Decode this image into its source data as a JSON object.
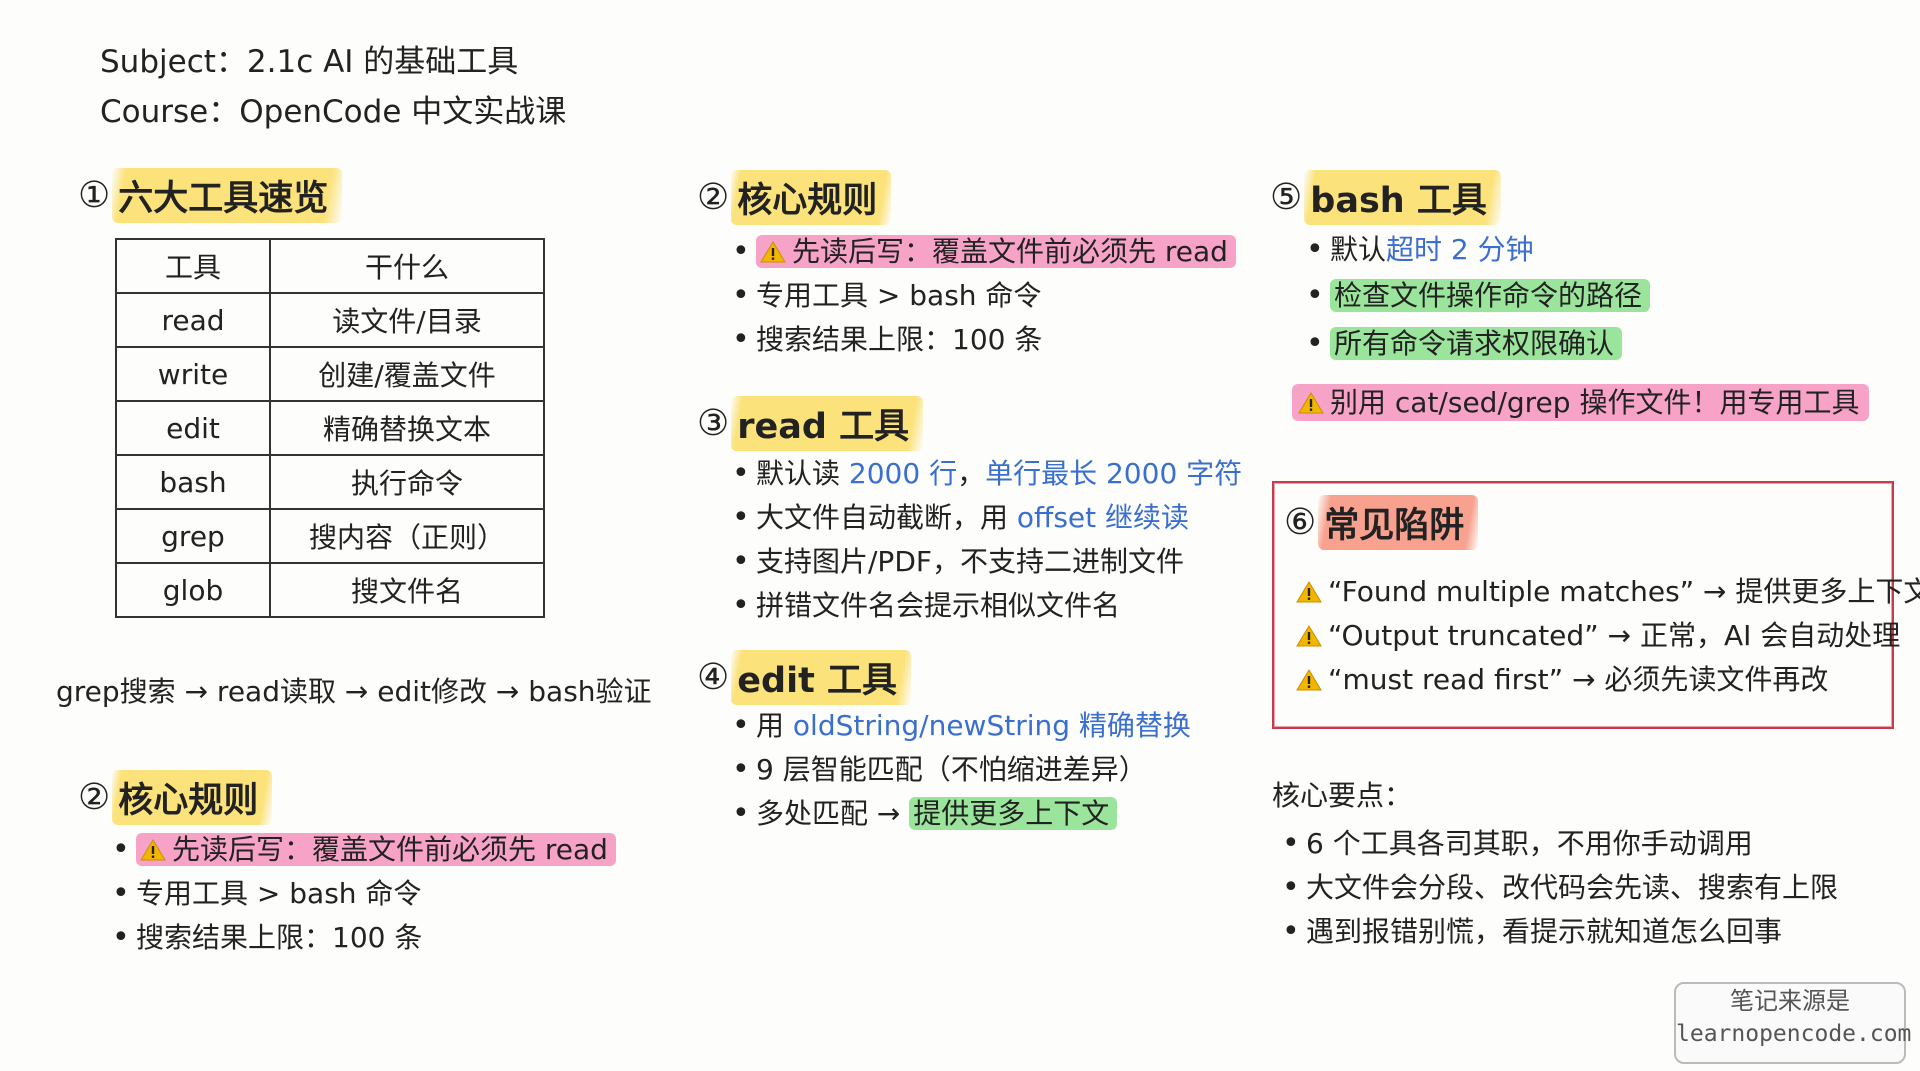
{
  "header": {
    "subject_label": "Subject",
    "subject_value": "2.1c AI 的基础工具",
    "course_label": "Course",
    "course_value": "OpenCode 中文实战课"
  },
  "sections": {
    "overview": {
      "num": "①",
      "title": "六大工具速览",
      "table_headers": [
        "工具",
        "干什么"
      ],
      "rows": [
        [
          "read",
          "读文件/目录"
        ],
        [
          "write",
          "创建/覆盖文件"
        ],
        [
          "edit",
          "精确替换文本"
        ],
        [
          "bash",
          "执行命令"
        ],
        [
          "grep",
          "搜内容（正则）"
        ],
        [
          "glob",
          "搜文件名"
        ]
      ],
      "flow": "grep搜索 → read读取 → edit修改 → bash验证"
    },
    "rules_left": {
      "num": "②",
      "title": "核心规则",
      "items": [
        "先读后写：覆盖文件前必须先 read",
        "专用工具 > bash 命令",
        "搜索结果上限：100 条"
      ]
    },
    "rules_mid": {
      "num": "②",
      "title": "核心规则",
      "items": [
        "先读后写：覆盖文件前必须先 read",
        "专用工具 > bash 命令",
        "搜索结果上限：100 条"
      ]
    },
    "read_tool": {
      "num": "③",
      "title": "read 工具",
      "i1_pre": "默认读 ",
      "i1_blue1": "2000 行",
      "i1_mid": "，",
      "i1_blue2": "单行最长 2000 字符",
      "i2_pre": "大文件自动截断，用 ",
      "i2_blue": "offset 继续读",
      "i3": "支持图片/PDF，不支持二进制文件",
      "i4": "拼错文件名会提示相似文件名"
    },
    "edit_tool": {
      "num": "④",
      "title": "edit 工具",
      "i1_pre": "用 ",
      "i1_blue": "oldString/newString 精确替换",
      "i2": "9 层智能匹配（不怕缩进差异）",
      "i3_pre": "多处匹配 → ",
      "i3_green": "提供更多上下文"
    },
    "bash_tool": {
      "num": "⑤",
      "title": "bash 工具",
      "i1_pre": "默认",
      "i1_blue": "超时 2 分钟",
      "i2": "检查文件操作命令的路径",
      "i3": "所有命令请求权限确认",
      "warning": "别用 cat/sed/grep 操作文件！用专用工具"
    },
    "traps": {
      "num": "⑥",
      "title": "常见陷阱",
      "items": [
        "“Found multiple matches” → 提供更多上下文",
        "“Output truncated” → 正常，AI 会自动处理",
        "“must read first” → 必须先读文件再改"
      ]
    },
    "key_points": {
      "title": "核心要点：",
      "items": [
        "6 个工具各司其职，不用你手动调用",
        "大文件会分段、改代码会先读、搜索有上限",
        "遇到报错别慌，看提示就知道怎么回事"
      ]
    }
  },
  "watermark": {
    "line1": "笔记来源是",
    "line2": "learnopencode.com"
  },
  "colors": {
    "title_highlight": "#fbe27a",
    "trap_title_highlight": "#f8a18e",
    "pink_highlight": "#f7a3c8",
    "green_highlight": "#9be49b",
    "blue_text": "#3a6fd0",
    "trap_border": "#c83a4e",
    "warning_icon": "#f2b600"
  }
}
